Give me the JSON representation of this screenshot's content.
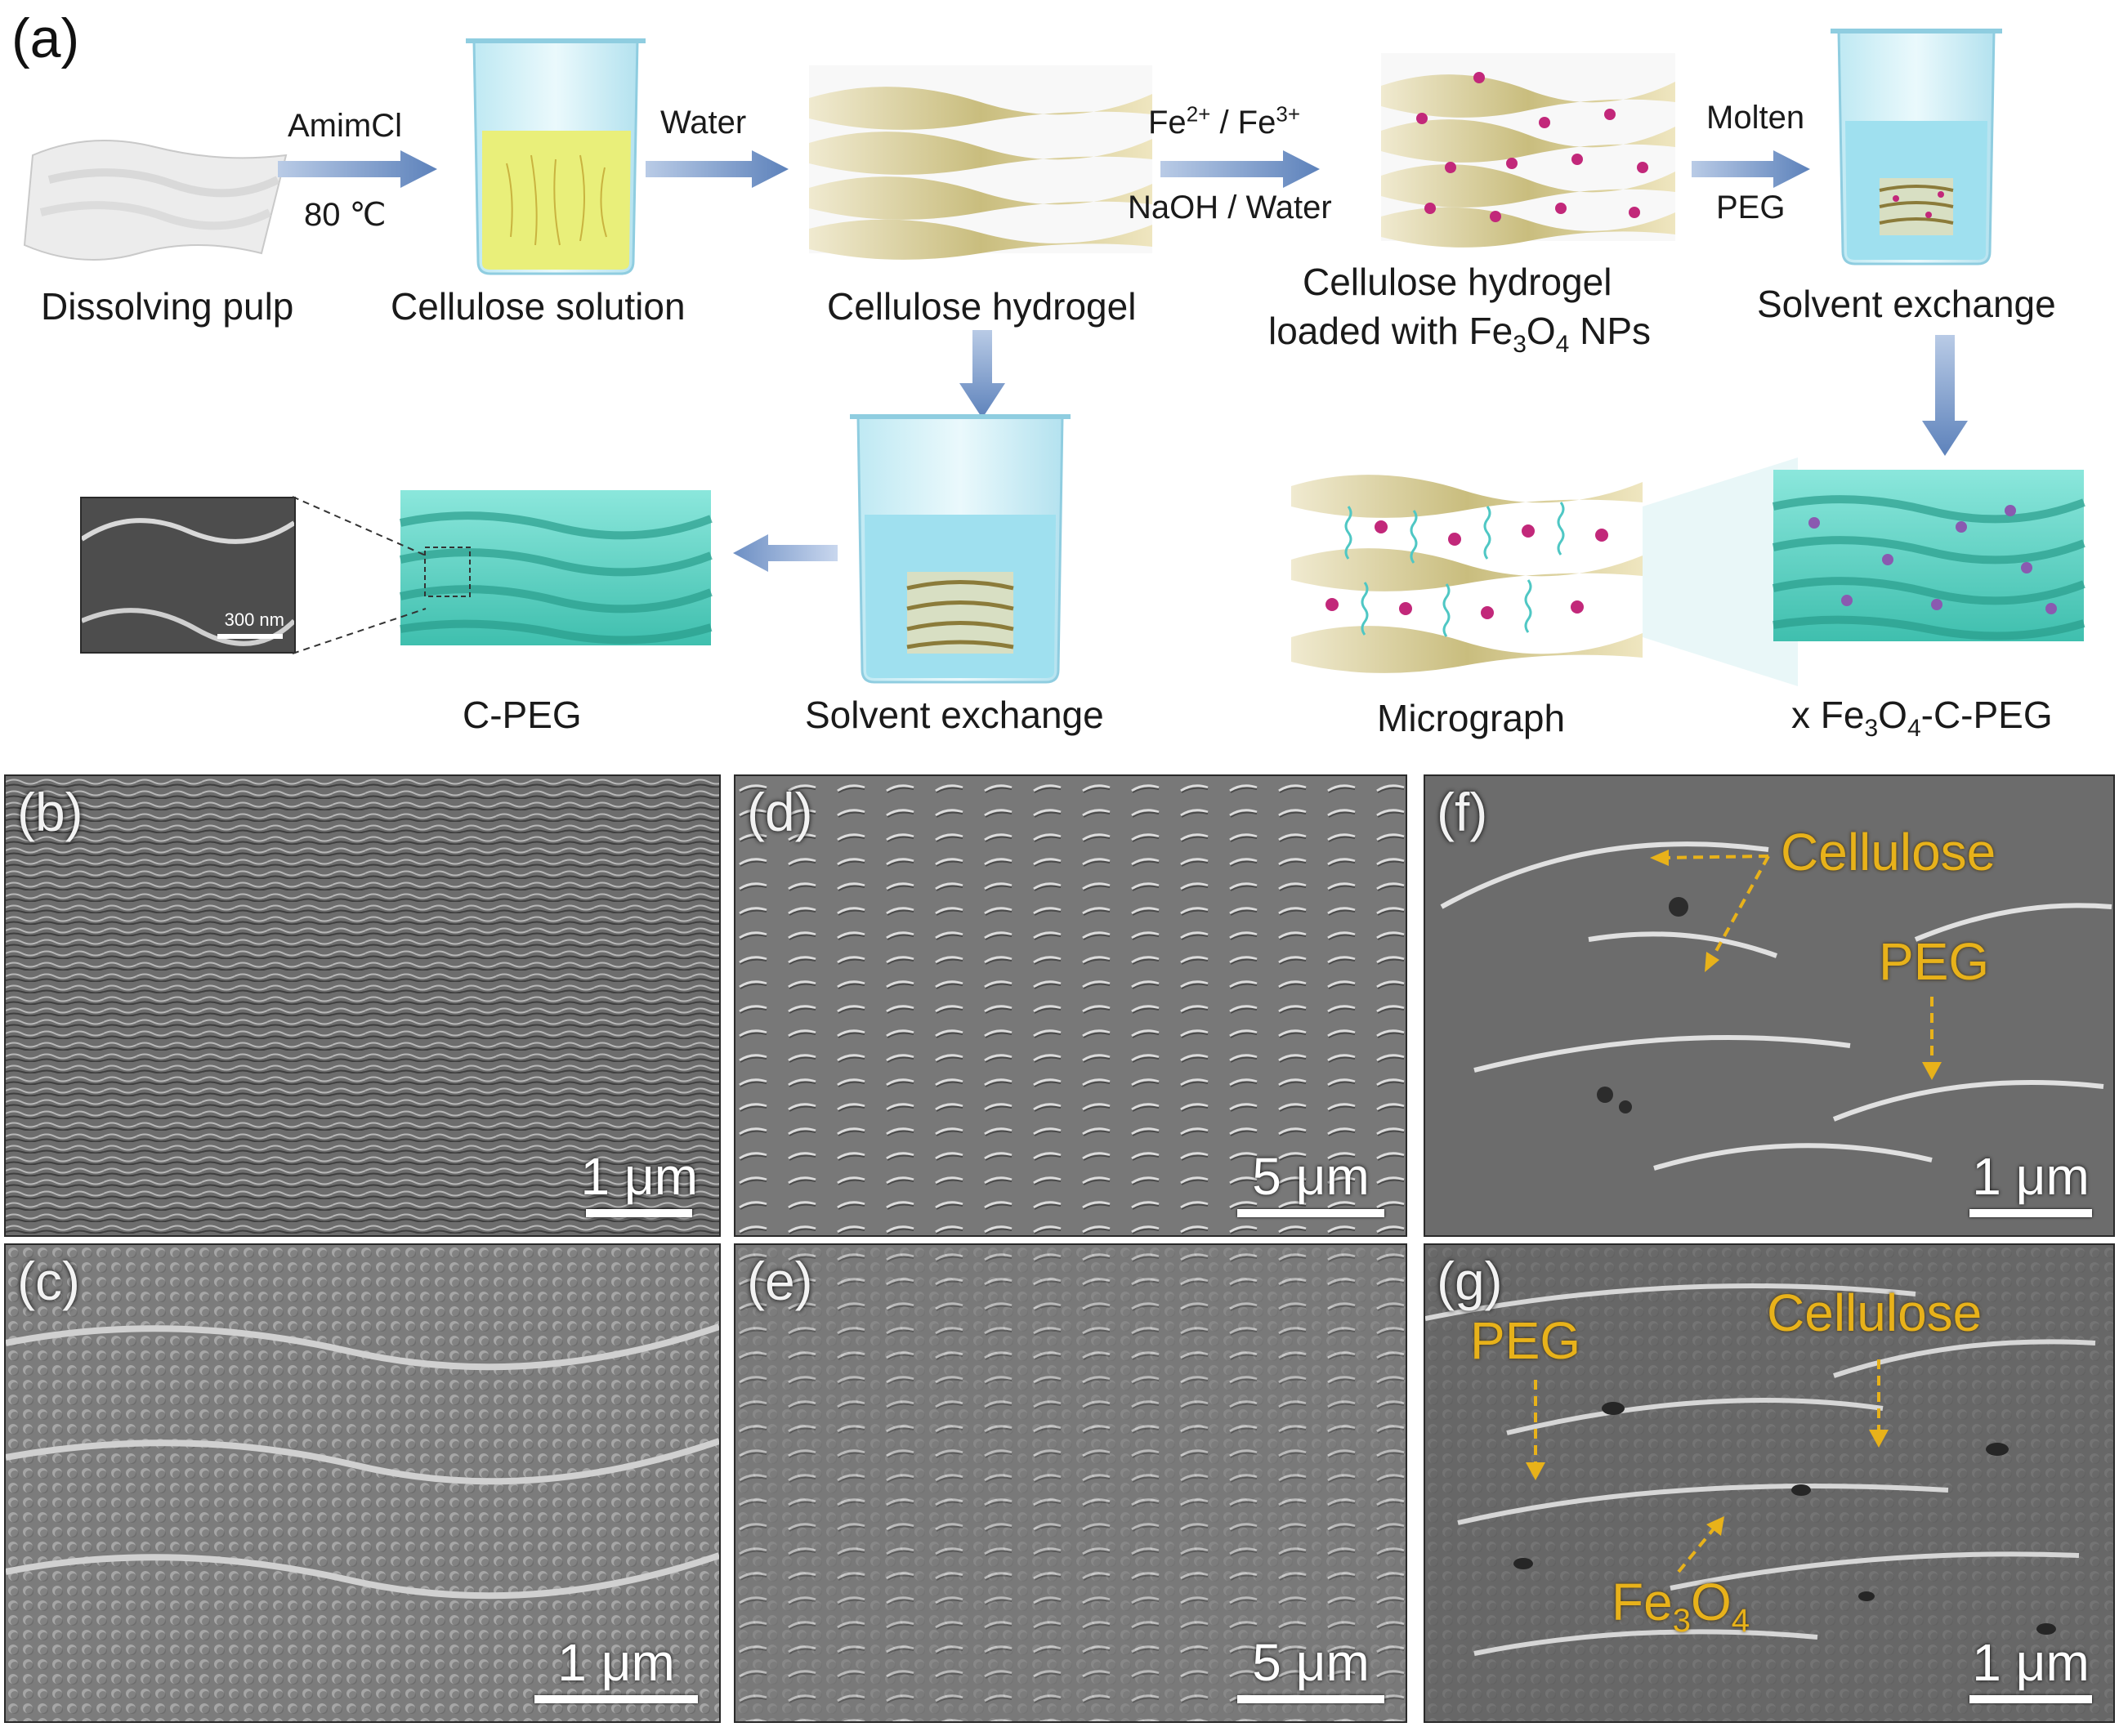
{
  "panel_a": {
    "letter": "(a)",
    "steps": {
      "dissolving_pulp": "Dissolving pulp",
      "cellulose_solution": "Cellulose solution",
      "cellulose_hydrogel": "Cellulose  hydrogel",
      "loaded_line1": "Cellulose hydrogel",
      "loaded_line2_pre": "loaded with Fe",
      "loaded_line2_sub1": "3",
      "loaded_line2_mid": "O",
      "loaded_line2_sub2": "4",
      "loaded_line2_post": " NPs",
      "solvent_exchange_1": "Solvent exchange",
      "solvent_exchange_2": "Solvent exchange",
      "cpeg": "C-PEG",
      "micrograph": "Micrograph",
      "xfe_pre": "x Fe",
      "xfe_sub1": "3",
      "xfe_mid": "O",
      "xfe_sub2": "4",
      "xfe_post": "-C-PEG"
    },
    "arrows": {
      "amimcl": "AmimCl",
      "temp": "80 ℃",
      "water": "Water",
      "fe_a": "Fe",
      "fe_a_sup": "2+",
      "fe_sep": " / Fe",
      "fe_b_sup": "3+",
      "naoh": "NaOH / Water",
      "molten": "Molten",
      "peg": "PEG"
    },
    "inset_scale": "300 nm"
  },
  "sem_panels": [
    {
      "letter": "(b)",
      "scale": "1 μm"
    },
    {
      "letter": "(c)",
      "scale": "1 μm"
    },
    {
      "letter": "(d)",
      "scale": "5 μm"
    },
    {
      "letter": "(e)",
      "scale": "5 μm"
    },
    {
      "letter": "(f)",
      "scale": "1 μm"
    },
    {
      "letter": "(g)",
      "scale": "1 μm"
    }
  ],
  "annotations": {
    "f_cellulose": "Cellulose",
    "f_peg": "PEG",
    "g_peg": "PEG",
    "g_cellulose": "Cellulose",
    "g_fe_pre": "Fe",
    "g_fe_sub1": "3",
    "g_fe_mid": "O",
    "g_fe_sub2": "4"
  },
  "colors": {
    "arrow": "#6f8fbf",
    "hydrogel": "#e3d9a6",
    "peg_block": "#5fd0c0",
    "beaker_liquid_yellow": "#e9ef7a",
    "beaker_liquid_blue": "#9fe0ef",
    "nanoparticle": "#c2287a",
    "annotation": "#e8b21a"
  }
}
